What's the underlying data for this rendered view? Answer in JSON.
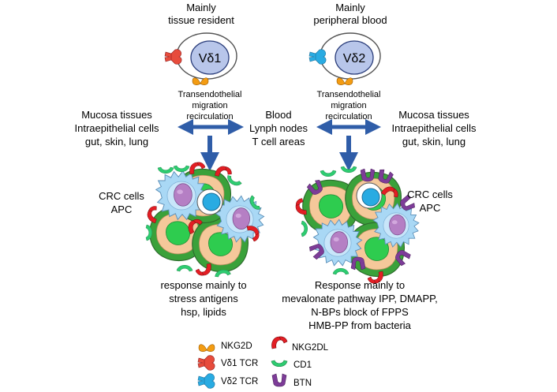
{
  "left": {
    "header": [
      "Mainly",
      "tissue resident"
    ],
    "cell_label": "Vδ1",
    "transit": [
      "Transendothelial",
      "migration",
      "recirculation"
    ],
    "tissues": [
      "Mucosa tissues",
      "Intraepithelial cells",
      "gut, skin, lung"
    ],
    "targets": [
      "CRC cells",
      "APC"
    ],
    "response": [
      "response mainly to",
      "stress antigens",
      "hsp, lipids"
    ]
  },
  "center": {
    "blood": [
      "Blood",
      "Lynph nodes",
      "T cell areas"
    ]
  },
  "right": {
    "header": [
      "Mainly",
      "peripheral blood"
    ],
    "cell_label": "Vδ2",
    "transit": [
      "Transendothelial",
      "migration",
      "recirculation"
    ],
    "tissues": [
      "Mucosa tissues",
      "Intraepithelial cells",
      "gut, skin, lung"
    ],
    "targets": [
      "CRC cells",
      "APC"
    ],
    "response": [
      "Response mainly to",
      "mevalonate pathway IPP, DMAPP,",
      "N-BPs block of FPPS",
      "HMB-PP from bacteria"
    ]
  },
  "legend": {
    "nkg2d": "NKG2D",
    "vd1_tcr": "Vδ1 TCR",
    "vd2_tcr": "Vδ2 TCR",
    "nkg2dl": "NKG2DL",
    "cd1": "CD1",
    "btn": "BTN"
  },
  "colors": {
    "nkg2d": "#f39c12",
    "vd1_tcr": "#e74c3c",
    "vd2_tcr": "#29abe2",
    "nkg2dl": "#e31e24",
    "cd1": "#2ecc71",
    "btn": "#7d3c98",
    "tcell_nucleus": "#b8c6ea",
    "crc_outer": "#3aa13a",
    "crc_inner": "#f5c89a",
    "crc_nucleus": "#2ecc4f",
    "apc_body": "#a9d8f5",
    "apc_nucleus": "#b57fc4",
    "arrow": "#2f5da8"
  }
}
